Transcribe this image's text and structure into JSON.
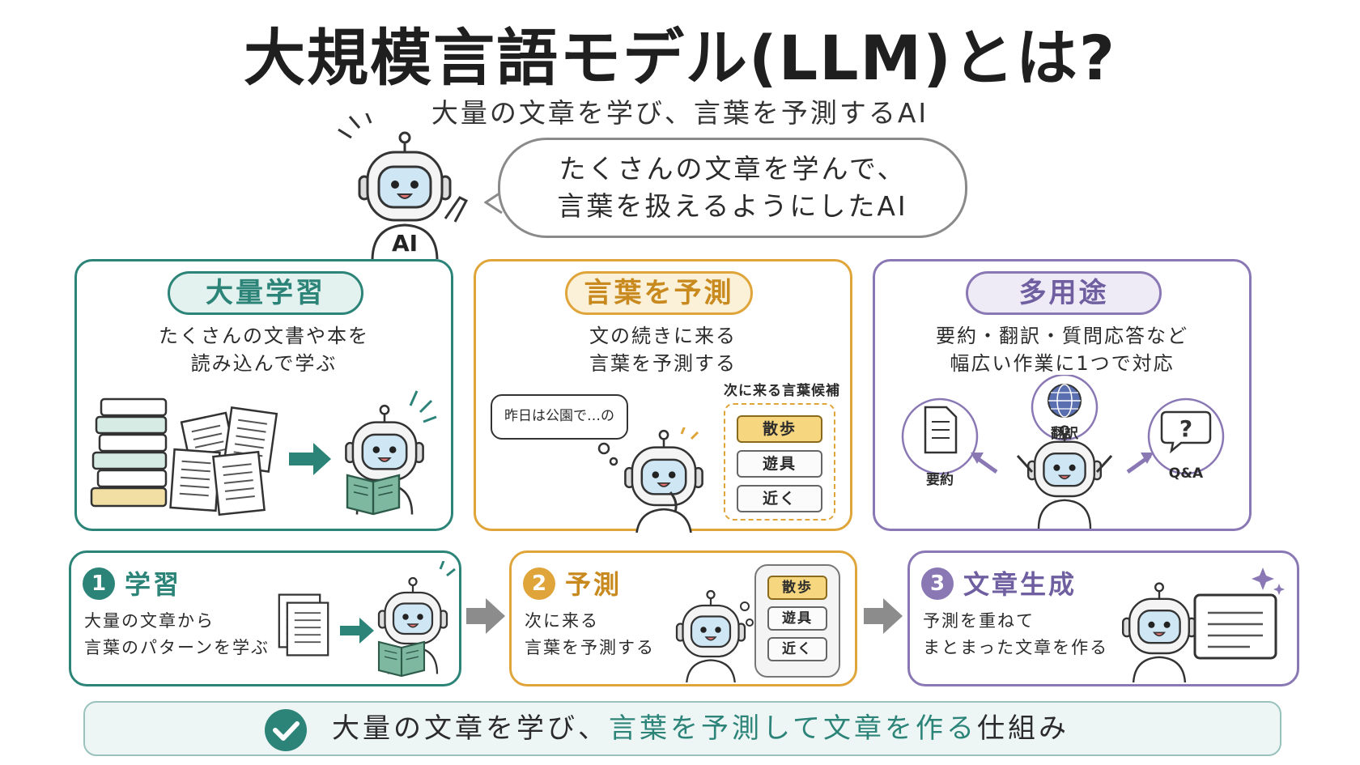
{
  "title": "大規模言語モデル(LLM)とは?",
  "subtitle": "大量の文章を学び、言葉を予測するAI",
  "intro": {
    "robot_label": "AI",
    "bubble_line1": "たくさんの文章を学んで、",
    "bubble_line2": "言葉を扱えるようにしたAI"
  },
  "colors": {
    "teal": "#2c8479",
    "orange": "#e0a53a",
    "purple": "#8a78b5",
    "gray_arrow": "#8c8c8c"
  },
  "cards": [
    {
      "label": "大量学習",
      "line1": "たくさんの文書や本を",
      "line2": "読み込んで学ぶ"
    },
    {
      "label": "言葉を予測",
      "line1": "文の続きに来る",
      "line2": "言葉を予測する",
      "speech": "昨日は公園で…の",
      "candidates_label": "次に来る言葉候補",
      "candidates": [
        "散歩",
        "遊具",
        "近く"
      ]
    },
    {
      "label": "多用途",
      "line1": "要約・翻訳・質問応答など",
      "line2": "幅広い作業に1つで対応",
      "icons": [
        {
          "icon": "document-icon",
          "label": "要約"
        },
        {
          "icon": "globe-icon",
          "label": "翻訳"
        },
        {
          "icon": "question-icon",
          "label": "Q&A"
        }
      ]
    }
  ],
  "steps": [
    {
      "num": "1",
      "title": "学習",
      "line1": "大量の文章から",
      "line2": "言葉のパターンを学ぶ"
    },
    {
      "num": "2",
      "title": "予測",
      "line1": "次に来る",
      "line2": "言葉を予測する",
      "candidates": [
        "散歩",
        "遊具",
        "近く"
      ]
    },
    {
      "num": "3",
      "title": "文章生成",
      "line1": "予測を重ねて",
      "line2": "まとまった文章を作る"
    }
  ],
  "summary": {
    "part1": "大量の文章を学び、",
    "part2": "言葉を予測して文章を作る",
    "part3": "仕組み"
  }
}
